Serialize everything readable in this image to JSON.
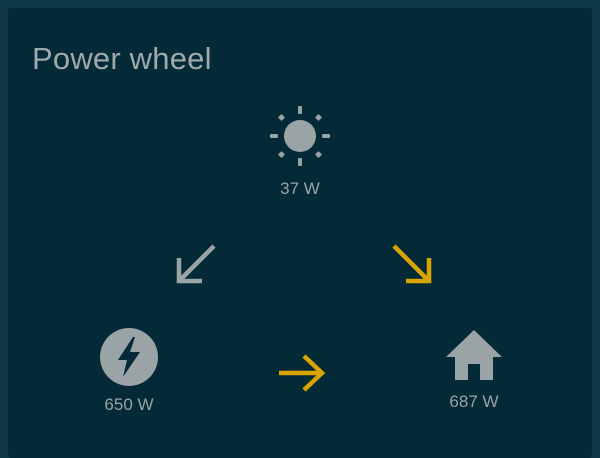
{
  "card": {
    "title": "Power wheel"
  },
  "solar": {
    "icon": "sun-icon",
    "value": "37 W"
  },
  "grid": {
    "icon": "lightning-bolt-circle-icon",
    "value": "650 W"
  },
  "home": {
    "icon": "home-icon",
    "value": "687 W"
  },
  "flows": [
    {
      "from": "solar",
      "to": "grid",
      "icon": "arrow-down-left-icon",
      "color": "#9aa3a5"
    },
    {
      "from": "solar",
      "to": "home",
      "icon": "arrow-down-right-icon",
      "color": "#d9a300"
    },
    {
      "from": "grid",
      "to": "home",
      "icon": "arrow-right-icon",
      "color": "#d9a300"
    }
  ],
  "colors": {
    "background": "#0f3946",
    "card": "#032a36",
    "text": "#9aa3a5",
    "accent": "#d9a300"
  }
}
